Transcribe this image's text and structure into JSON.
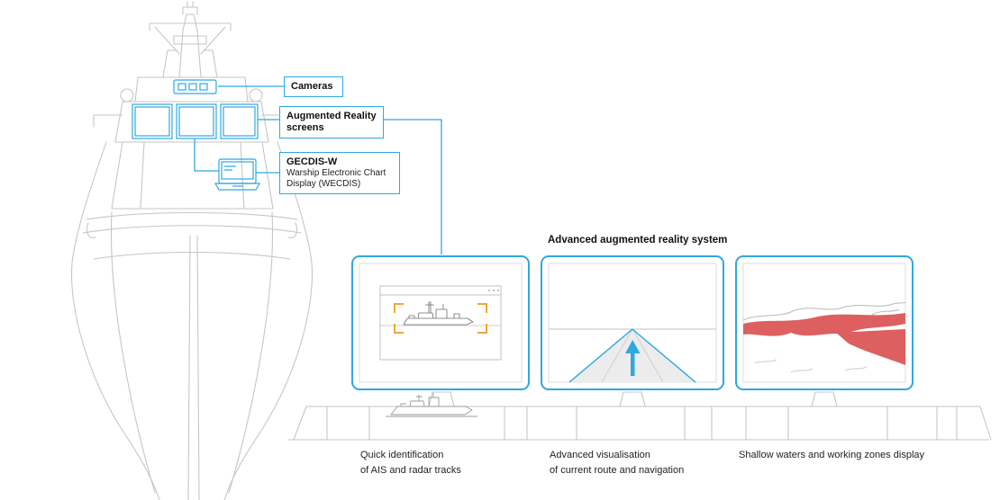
{
  "colors": {
    "accent": "#2FA8DF",
    "shallow_red": "#DD5F5F",
    "line_gray": "#C6C6C6",
    "bracket_orange": "#EFA63C"
  },
  "callouts": {
    "cameras": {
      "label": "Cameras"
    },
    "ar_screens": {
      "line1": "Augmented Reality",
      "line2": "screens"
    },
    "gecdis": {
      "title": "GECDIS-W",
      "line1": "Warship Electronic Chart",
      "line2": "Display (WECDIS)"
    }
  },
  "system": {
    "title": "Advanced augmented reality system"
  },
  "captions": [
    {
      "line1": "Quick identification",
      "line2": "of AIS and radar tracks"
    },
    {
      "line1": "Advanced visualisation",
      "line2": "of current route and navigation"
    },
    {
      "line1": "Shallow waters and working zones display",
      "line2": ""
    }
  ]
}
